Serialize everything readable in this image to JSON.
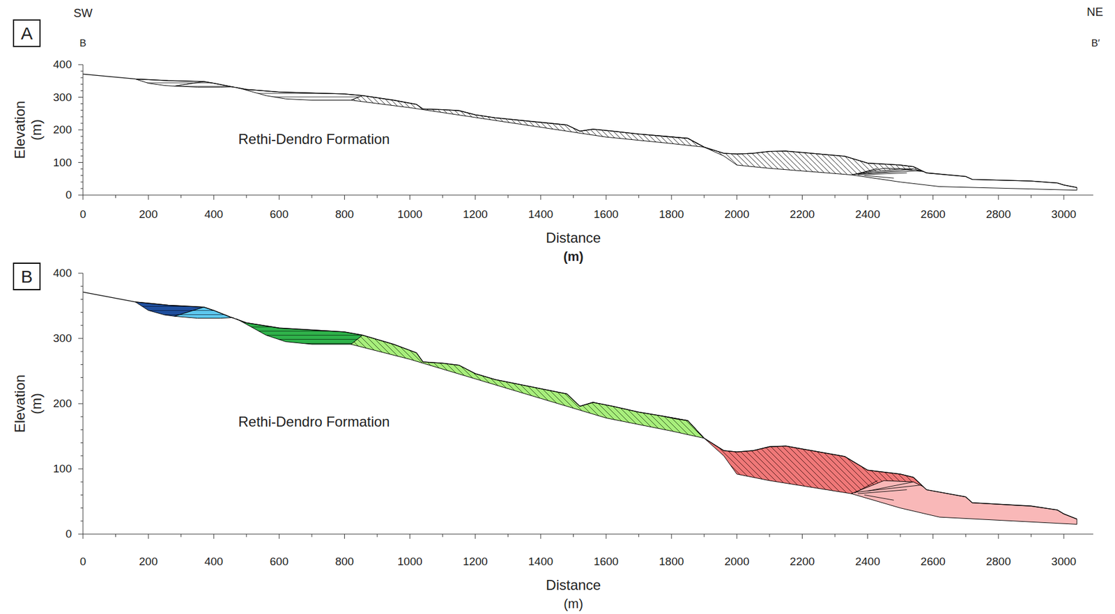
{
  "diagram": {
    "nodes": [
      {
        "text": [
          "A"
        ]
      },
      {
        "text": [
          "B"
        ]
      }
    ],
    "labels": [
      "SW",
      "NE",
      "B",
      "B′",
      "400",
      "300",
      "200",
      "100",
      "0",
      "Elevation (m)",
      "Rethi-Dendro Formation",
      "0",
      "200",
      "400",
      "600",
      "800",
      "1000",
      "1200",
      "1400",
      "1600",
      "1800",
      "2000",
      "2200",
      "2400",
      "2600",
      "2800",
      "3000",
      "Distance",
      "(m)",
      "400",
      "300",
      "200",
      "100",
      "0",
      "Elevation (m)",
      "Rethi-Dendro Formation",
      "0",
      "200",
      "400",
      "600",
      "800",
      "1000",
      "1200",
      "1400",
      "1600",
      "1800",
      "2000",
      "2200",
      "2400",
      "2600",
      "2800",
      "3000",
      "Distance",
      "(m)"
    ]
  }
}
